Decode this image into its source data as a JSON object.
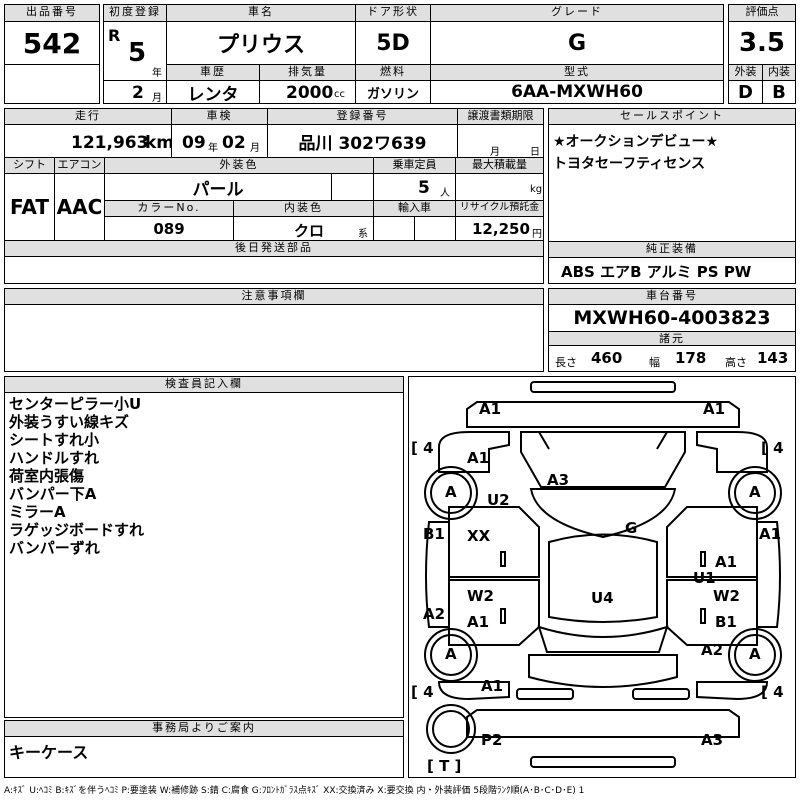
{
  "header": {
    "lot_number_label": "出品番号",
    "lot_number": "542",
    "first_reg_label": "初度登録",
    "era": "R",
    "year_value": "5",
    "year_unit": "年",
    "month_value": "2",
    "month_unit": "月",
    "car_name_label": "車名",
    "car_name": "プリウス",
    "history_label": "車歴",
    "history": "レンタ",
    "displacement_label": "排気量",
    "displacement": "2000",
    "displacement_unit": "cc",
    "door_label": "ドア形状",
    "door": "5D",
    "fuel_label": "燃料",
    "fuel": "ガソリン",
    "grade_label": "グレード",
    "grade": "G",
    "model_label": "型式",
    "model": "6AA-MXWH60",
    "score_label": "評価点",
    "score": "3.5",
    "exterior_label": "外装",
    "exterior": "D",
    "interior_label": "内装",
    "interior": "B"
  },
  "details": {
    "mileage_label": "走行",
    "mileage": "121,963",
    "mileage_unit": "km",
    "inspection_label": "車検",
    "insp_year": "09",
    "insp_year_unit": "年",
    "insp_month": "02",
    "insp_month_unit": "月",
    "reg_no_label": "登録番号",
    "reg_no": "品川 302ワ639",
    "transfer_label": "譲渡書類期限",
    "transfer_month_unit": "月",
    "transfer_day_unit": "日",
    "shift_label": "シフト",
    "shift": "FAT",
    "aircon_label": "エアコン",
    "aircon": "AAC",
    "ext_color_label": "外装色",
    "ext_color": "パール",
    "capacity_label": "乗車定員",
    "capacity": "5",
    "capacity_unit": "人",
    "max_load_label": "最大積載量",
    "max_load_unit": "kg",
    "color_no_label": "カラーNo.",
    "color_no": "089",
    "int_color_label": "内装色",
    "int_color": "クロ",
    "int_color_unit": "系",
    "import_label": "輸入車",
    "recycle_label": "リサイクル預託金",
    "recycle": "12,250",
    "recycle_unit": "円",
    "later_parts_label": "後日発送部品"
  },
  "sales_points": {
    "label": "セールスポイント",
    "lines": [
      "★オークションデビュー★",
      "トヨタセーフティセンス"
    ]
  },
  "genuine_equipment": {
    "label": "純正装備",
    "value": "ABS エアB アルミ PS PW"
  },
  "notes": {
    "label": "注意事項欄"
  },
  "chassis": {
    "label": "車台番号",
    "value": "MXWH60-4003823",
    "spec_label": "諸元",
    "length_label": "長さ",
    "length": "460",
    "width_label": "幅",
    "width": "178",
    "height_label": "高さ",
    "height": "143"
  },
  "inspector": {
    "label": "検査員記入欄",
    "lines": [
      "センターピラー小U",
      "外装うすい線キズ",
      "シートすれ小",
      "ハンドルすれ",
      "荷室内張傷",
      "バンパー下A",
      "ミラーA",
      "ラゲッジボードすれ",
      "バンパーずれ"
    ]
  },
  "office": {
    "label": "事務局よりご案内",
    "value": "キーケース"
  },
  "diagram": {
    "labels": {
      "a1_top_left": "A1",
      "a1_top_right": "A1",
      "tire_fl": "4",
      "tire_fr": "4",
      "tire_rl": "4",
      "tire_rr": "4",
      "tire_t": "T",
      "a1_hood_left": "A1",
      "a3_hood": "A3",
      "u2": "U2",
      "wheel_fl": "A",
      "wheel_fr": "A",
      "wheel_rl": "A",
      "wheel_rr": "A",
      "g_glass": "G",
      "b1_left": "B1",
      "a1_right": "A1",
      "xx": "XX",
      "a1_door_right": "A1",
      "u1": "U1",
      "w2_left": "W2",
      "w2_right": "W2",
      "u4": "U4",
      "a1_door_left": "A1",
      "b1_door_right": "B1",
      "a2_left": "A2",
      "a2_right": "A2",
      "a1_rear_left": "A1",
      "p2": "P2",
      "a3_rear": "A3"
    }
  },
  "legend": {
    "text": "A:ｷｽﾞ U:ﾍｺﾐ B:ｷｽﾞを伴うﾍｺﾐ P:要塗装 W:補修跡 S:錆 C:腐食 G:ﾌﾛﾝﾄｶﾞﾗｽ点ｷｽﾞ XX:交換済み X:要交換 内・外装評価 5段階ﾗﾝｸ順(A･B･C･D･E) 1"
  }
}
